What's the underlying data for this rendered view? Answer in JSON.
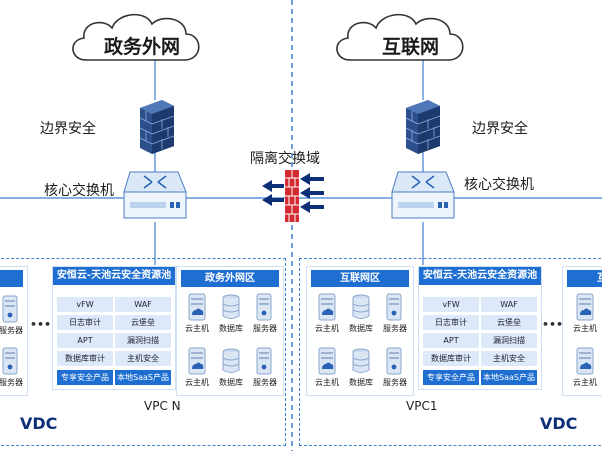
{
  "left": {
    "cloud": "政务外网",
    "border_security": "边界安全",
    "core_switch": "核心交换机",
    "vdc": "VDC",
    "vpc": "VPC N",
    "pool": {
      "title": "安恒云-天池云安全资源池",
      "items": [
        [
          "vFW",
          "WAF"
        ],
        [
          "日志审计",
          "云堡垒"
        ],
        [
          "APT",
          "漏洞扫描"
        ],
        [
          "数据库审计",
          "主机安全"
        ],
        [
          "专享安全产品",
          "本地SaaS产品"
        ]
      ]
    },
    "zone": {
      "title": "政务外网区",
      "devices": [
        [
          "云主机",
          "数据库",
          "服务器"
        ],
        [
          "云主机",
          "数据库",
          "服务器"
        ]
      ]
    },
    "partial_devices": [
      "服务器",
      "服务器"
    ],
    "ellipsis": "•••"
  },
  "right": {
    "cloud": "互联网",
    "border_security": "边界安全",
    "core_switch": "核心交换机",
    "vdc": "VDC",
    "vpc": "VPC1",
    "zone": {
      "title": "互联网区",
      "devices": [
        [
          "云主机",
          "数据库",
          "服务器"
        ],
        [
          "云主机",
          "数据库",
          "服务器"
        ]
      ]
    },
    "pool": {
      "title": "安恒云-天池云安全资源池",
      "items": [
        [
          "vFW",
          "WAF"
        ],
        [
          "日志审计",
          "云堡垒"
        ],
        [
          "APT",
          "漏洞扫描"
        ],
        [
          "数据库审计",
          "主机安全"
        ],
        [
          "专享安全产品",
          "本地SaaS产品"
        ]
      ]
    },
    "partial_zone_title": "互",
    "partial_devices": [
      "云主机",
      "云主机"
    ],
    "ellipsis": "•••"
  },
  "isolation": "隔离交换域",
  "colors": {
    "brand": "#1f6fd2",
    "chip": "#dde9f8",
    "dashed": "#3f7fd0",
    "vdc_text": "#0d2f78",
    "arrow": "#0d2f78",
    "wall": "#d42a32"
  }
}
